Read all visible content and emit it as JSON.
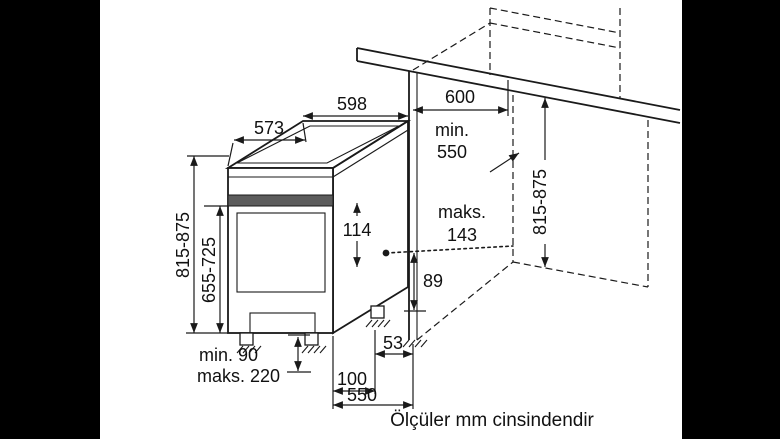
{
  "panel": {
    "background": "#ffffff",
    "frame_color": "#000000",
    "line_color": "#1a1a1a",
    "control_strip_fill": "#5c5c5c"
  },
  "labels": {
    "top_depth": "573",
    "top_width": "598",
    "niche_width": "600",
    "niche_depth_min": "min.",
    "niche_depth_value": "550",
    "height_left": "815-875",
    "height_door": "655-725",
    "height_right": "815-875",
    "panel_offset": "114",
    "door_max_label": "maks.",
    "door_max_value": "143",
    "hinge_height": "89",
    "hinge_offset": "53",
    "plinth_min": "min. 90",
    "plinth_max": "maks. 220",
    "foot_depth": "100",
    "base_depth": "550",
    "caption": "Ölçüler mm cinsindendir"
  }
}
